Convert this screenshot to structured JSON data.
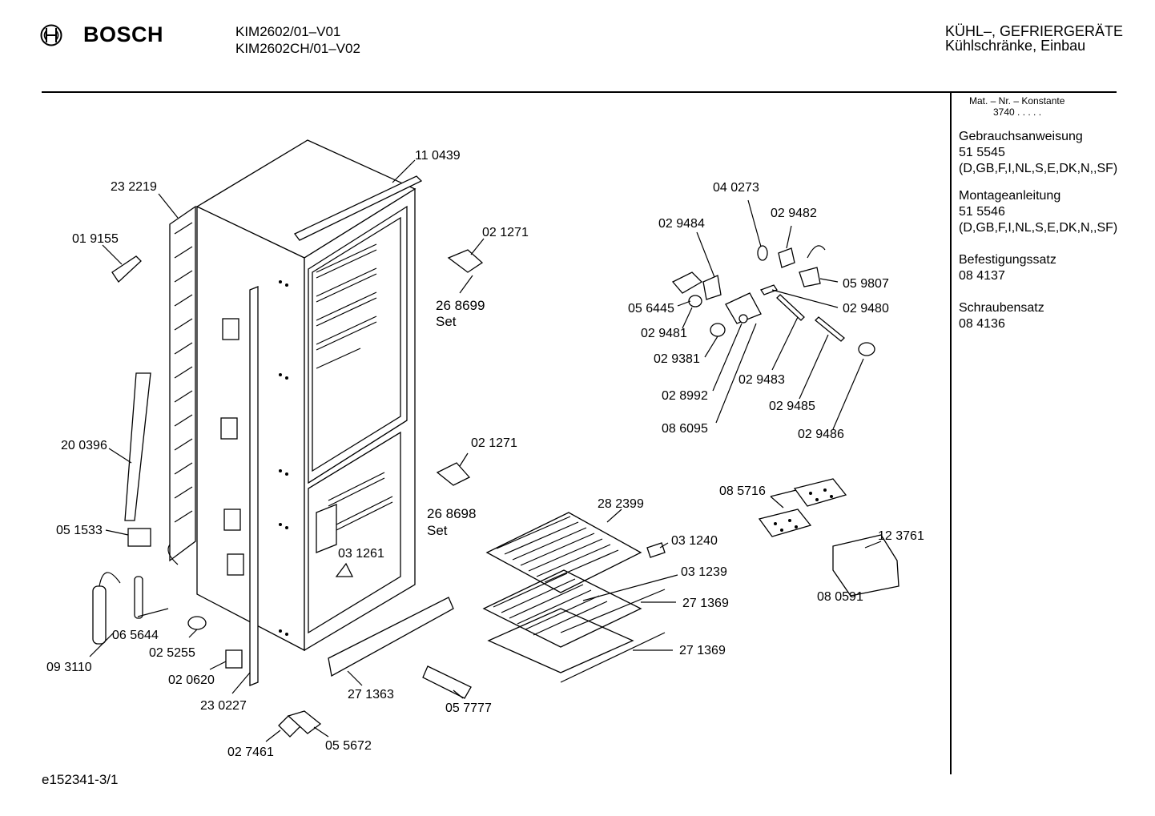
{
  "header": {
    "brand": "BOSCH",
    "models": [
      "KIM2602/01–V01",
      "KIM2602CH/01–V02"
    ],
    "category": [
      "KÜHL–, GEFRIERGERÄTE",
      "Kühlschränke, Einbau"
    ]
  },
  "sidebar": {
    "constant_label": "Mat. – Nr. – Konstante",
    "constant_value": "3740  .  .  .  .  .",
    "items": [
      {
        "title": "Gebrauchsanweisung",
        "number": "51 5545",
        "langs": "(D,GB,F,I,NL,S,E,DK,N,,SF)"
      },
      {
        "title": "Montageanleitung",
        "number": "51 5546",
        "langs": "(D,GB,F,I,NL,S,E,DK,N,,SF)"
      },
      {
        "title": "Befestigungssatz",
        "number": "08 4137"
      },
      {
        "title": "Schraubensatz",
        "number": "08 4136"
      }
    ]
  },
  "part_labels": {
    "p110439": "11 0439",
    "p232219": "23 2219",
    "p019155": "01 9155",
    "p021271a": "02 1271",
    "p268699": "26 8699",
    "set_a": "Set",
    "p021271b": "02 1271",
    "p268698": "26 8698",
    "set_b": "Set",
    "p200396": "20 0396",
    "p051533": "05 1533",
    "p031261": "03 1261",
    "p065644": "06 5644",
    "p093110": "09 3110",
    "p025255": "02 5255",
    "p020620": "02 0620",
    "p230227": "23 0227",
    "p271363": "27 1363",
    "p057777": "05 7777",
    "p027461": "02 7461",
    "p055672": "05 5672",
    "p040273": "04 0273",
    "p029484": "02 9484",
    "p029482": "02 9482",
    "p059807": "05 9807",
    "p056445": "05 6445",
    "p029480": "02 9480",
    "p029481": "02 9481",
    "p029381": "02 9381",
    "p029483": "02 9483",
    "p028992": "02 8992",
    "p029485": "02 9485",
    "p086095": "08 6095",
    "p029486": "02 9486",
    "p282399": "28 2399",
    "p085716": "08 5716",
    "p123761": "12 3761",
    "p031240": "03 1240",
    "p031239": "03 1239",
    "p271369a": "27 1369",
    "p271369b": "27 1369",
    "p080591": "08 0591"
  },
  "footer": {
    "code": "e152341-3/1"
  }
}
